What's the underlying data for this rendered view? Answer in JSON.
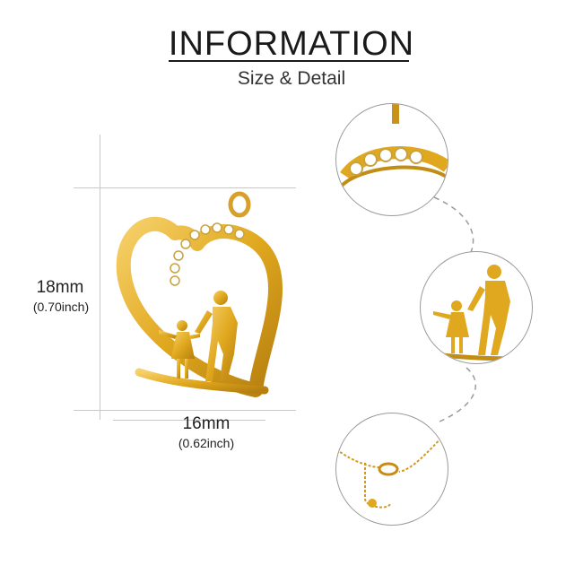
{
  "header": {
    "title": "INFORMATION",
    "subtitle": "Size & Detail"
  },
  "dimensions": {
    "height": {
      "value": "18mm",
      "imperial": "(0.70inch)"
    },
    "width": {
      "value": "16mm",
      "imperial": "(0.62inch)"
    }
  },
  "colors": {
    "gold": "#e0a81e",
    "gold_dark": "#b57e0f",
    "guide": "#c8c8c8",
    "circle_border": "#9a9a9a"
  }
}
